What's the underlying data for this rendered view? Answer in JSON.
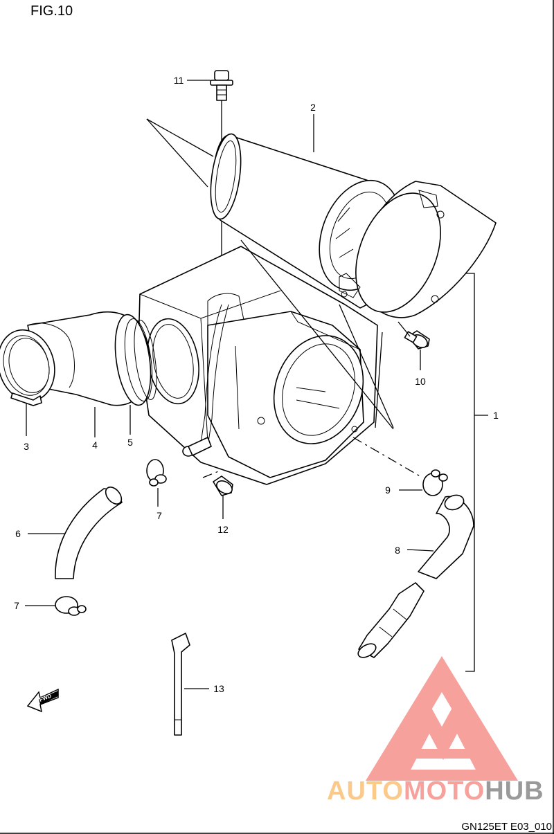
{
  "figure": {
    "title": "FIG.10",
    "code": "GN125ET E03_010"
  },
  "watermark": {
    "parts": [
      "AUTO",
      "MOTO",
      "HUB"
    ],
    "colors": {
      "logo": "#f7a19c",
      "auto": "#fbc98a",
      "moto": "#f7a19c",
      "hub": "#9a9a9a"
    }
  },
  "fwd_marker": {
    "text": "FWD"
  },
  "callouts": [
    {
      "id": "callout-1",
      "text": "1"
    },
    {
      "id": "callout-2",
      "text": "2"
    },
    {
      "id": "callout-3",
      "text": "3"
    },
    {
      "id": "callout-4",
      "text": "4"
    },
    {
      "id": "callout-5",
      "text": "5"
    },
    {
      "id": "callout-6",
      "text": "6"
    },
    {
      "id": "callout-7a",
      "text": "7"
    },
    {
      "id": "callout-7b",
      "text": "7"
    },
    {
      "id": "callout-8",
      "text": "8"
    },
    {
      "id": "callout-9",
      "text": "9"
    },
    {
      "id": "callout-10",
      "text": "10"
    },
    {
      "id": "callout-11",
      "text": "11"
    },
    {
      "id": "callout-12",
      "text": "12"
    },
    {
      "id": "callout-13",
      "text": "13"
    }
  ]
}
